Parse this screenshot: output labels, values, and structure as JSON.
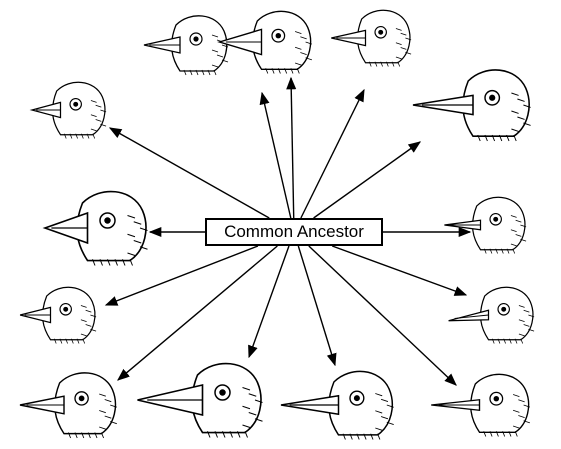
{
  "center_label": "Common Ancestor",
  "colors": {
    "ink": "#000000",
    "paper": "#ffffff"
  },
  "birds": [
    {
      "id": "top-left",
      "beak": "short-conical"
    },
    {
      "id": "top-center",
      "beak": "large-conical"
    },
    {
      "id": "top-right",
      "beak": "medium-conical"
    },
    {
      "id": "upper-left",
      "beak": "short-pointed"
    },
    {
      "id": "upper-right",
      "beak": "long-pointed"
    },
    {
      "id": "middle-left",
      "beak": "thick-conical"
    },
    {
      "id": "middle-right",
      "beak": "thin-pointed"
    },
    {
      "id": "lower-left",
      "beak": "medium-pointed"
    },
    {
      "id": "lower-right",
      "beak": "thin-curved"
    },
    {
      "id": "bottom-left",
      "beak": "long-pointed"
    },
    {
      "id": "bottom-center-left",
      "beak": "massive-crushing"
    },
    {
      "id": "bottom-center-right",
      "beak": "long-probing"
    },
    {
      "id": "bottom-right",
      "beak": "slender-pointed"
    }
  ]
}
